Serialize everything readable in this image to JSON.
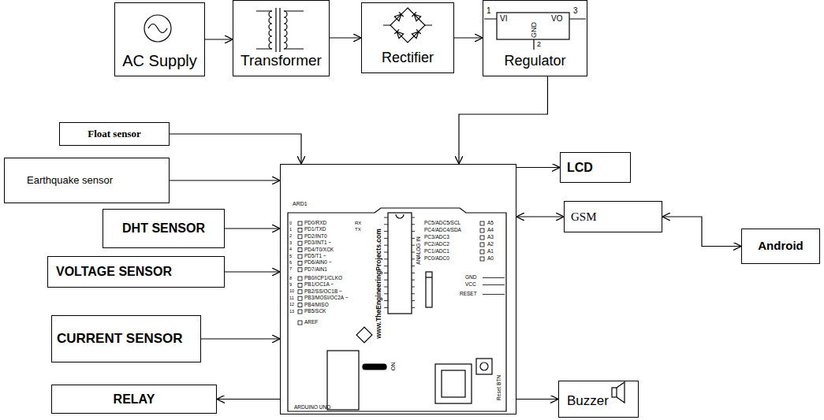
{
  "diagram": {
    "nodes": [
      {
        "text": [
          "AC Supply"
        ]
      },
      {
        "text": [
          "Transformer"
        ]
      },
      {
        "text": [
          "Rectifier"
        ]
      },
      {
        "text": [
          "Regulator"
        ]
      },
      {
        "text": [
          "Float sensor"
        ]
      },
      {
        "text": [
          "Earthquake sensor"
        ]
      },
      {
        "text": [
          "DHT SENSOR"
        ]
      },
      {
        "text": [
          "VOLTAGE SENSOR"
        ]
      },
      {
        "text": [
          "CURRENT SENSOR"
        ]
      },
      {
        "text": [
          "RELAY"
        ]
      },
      {
        "text": [
          "ARD1",
          "ARDUINO UNO"
        ]
      },
      {
        "text": [
          "LCD"
        ]
      },
      {
        "text": [
          "GSM"
        ]
      },
      {
        "text": [
          "Android"
        ]
      },
      {
        "text": [
          "Buzzer"
        ]
      }
    ],
    "edges": [
      {
        "from": 0,
        "to": 1,
        "arrow": "to"
      },
      {
        "from": 1,
        "to": 2,
        "arrow": "to"
      },
      {
        "from": 2,
        "to": 3,
        "arrow": "to"
      },
      {
        "from": 3,
        "to": 10,
        "arrow": "to"
      },
      {
        "from": 4,
        "to": 10,
        "arrow": "to"
      },
      {
        "from": 5,
        "to": 10,
        "arrow": "to"
      },
      {
        "from": 6,
        "to": 10,
        "arrow": "to"
      },
      {
        "from": 7,
        "to": 10,
        "arrow": "to"
      },
      {
        "from": 8,
        "to": 10,
        "arrow": "to"
      },
      {
        "from": 10,
        "to": 9,
        "arrow": "to"
      },
      {
        "from": 10,
        "to": 11,
        "arrow": "to"
      },
      {
        "from": 10,
        "to": 12,
        "arrow": "both"
      },
      {
        "from": 12,
        "to": 13,
        "arrow": "both"
      },
      {
        "from": 10,
        "to": 14,
        "arrow": "to"
      }
    ],
    "labels": [
      "1",
      "VI",
      "VO",
      "3",
      "GND",
      "2",
      "PD0/RXD",
      "PD1/TXD",
      "PD2/INT0",
      "PD3/INT1 ~",
      "PD4/T0/XCK",
      "PD5/T1 ~",
      "PD6/AIN0 ~",
      "PD7/AIN1",
      "PB0/ICP1/CLKO",
      "PB1/OC1A ~",
      "PB2/SS/OC1B ~",
      "PB3/MOSI/OC2A ~",
      "PB4/MISO",
      "PB5/SCK",
      "AREF",
      "RX",
      "TX",
      "0",
      "1",
      "2",
      "3",
      "4",
      "5",
      "6",
      "7",
      "8",
      "9",
      "10",
      "11",
      "12",
      "13",
      "PC5/ADC5/SCL",
      "PC4/ADC4/SDA",
      "PC3/ADC3",
      "PC2/ADC2",
      "PC1/ADC1",
      "PC0/ADC0",
      "A5",
      "A4",
      "A3",
      "A2",
      "A1",
      "A0",
      "ANALOG IN",
      "GND",
      "VCC",
      "RESET",
      "www.TheEngineeringProjects.com",
      "ON",
      "Reset BTN"
    ]
  }
}
